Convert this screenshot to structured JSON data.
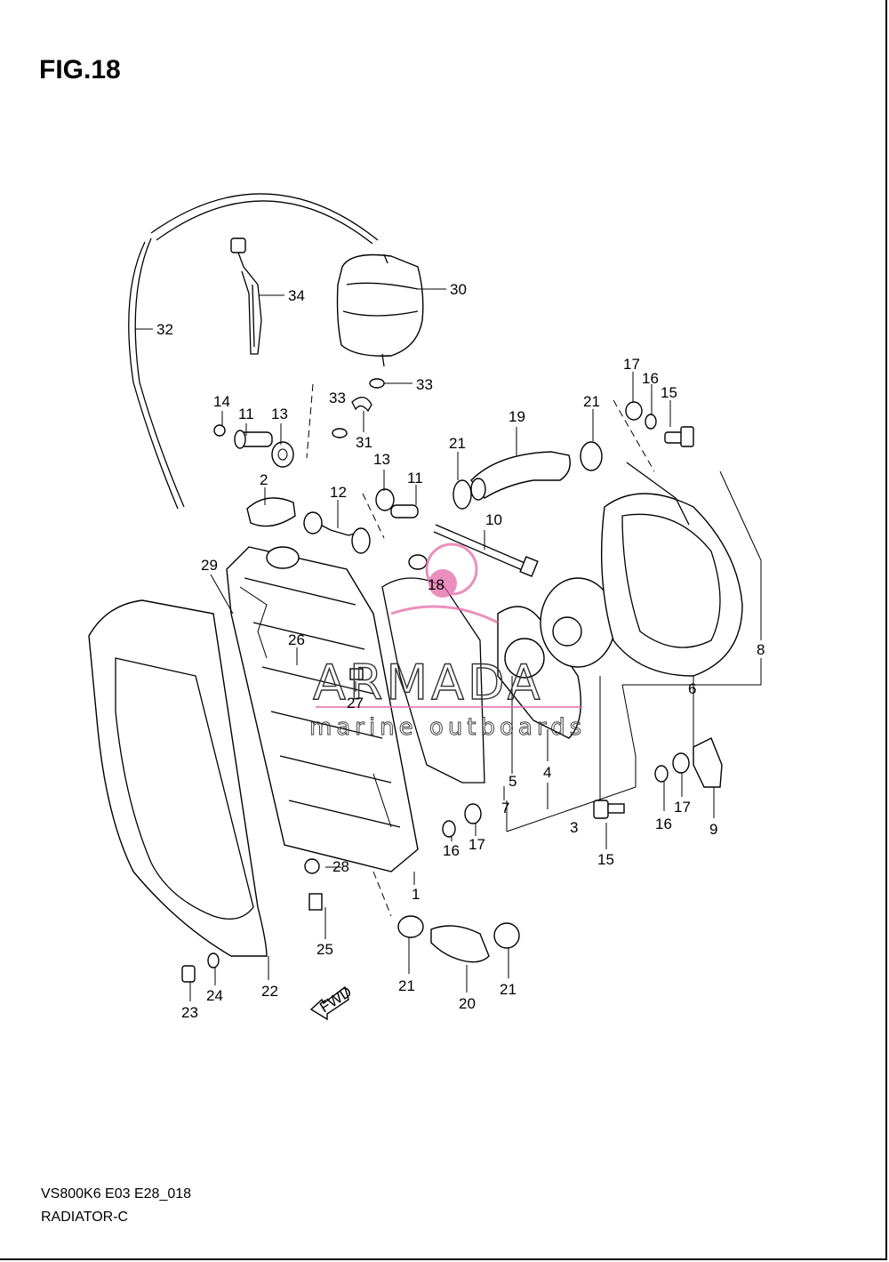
{
  "figure": {
    "title": "FIG.18",
    "code": "VS800K6 E03 E28_018",
    "name": "RADIATOR-C",
    "fwd_label": "FWD"
  },
  "watermark": {
    "brand": "ARMADA",
    "tagline": "marine outboards",
    "color": "#e46aa8"
  },
  "callouts": [
    "34",
    "30",
    "32",
    "33",
    "33",
    "31",
    "14",
    "11",
    "13",
    "2",
    "12",
    "13",
    "11",
    "21",
    "19",
    "21",
    "17",
    "16",
    "15",
    "10",
    "29",
    "18",
    "26",
    "27",
    "8",
    "6",
    "4",
    "5",
    "7",
    "3",
    "15",
    "16",
    "17",
    "9",
    "28",
    "16",
    "17",
    "1",
    "25",
    "22",
    "24",
    "23",
    "21",
    "20",
    "21"
  ]
}
